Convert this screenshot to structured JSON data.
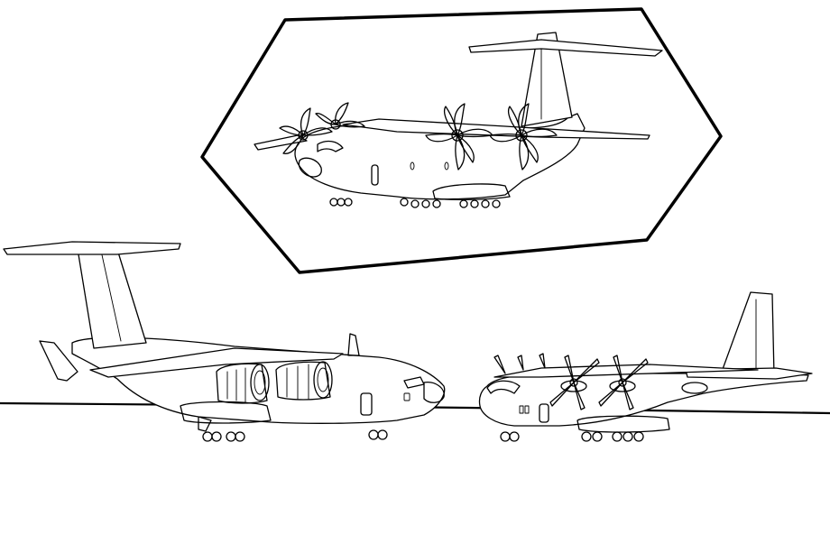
{
  "canvas": {
    "background": "#ffffff",
    "ink": "#000000"
  },
  "scene": {
    "description_items": [
      "left-cargo-jet",
      "right-turboprop-plane",
      "inset-turboprop-plane"
    ]
  }
}
